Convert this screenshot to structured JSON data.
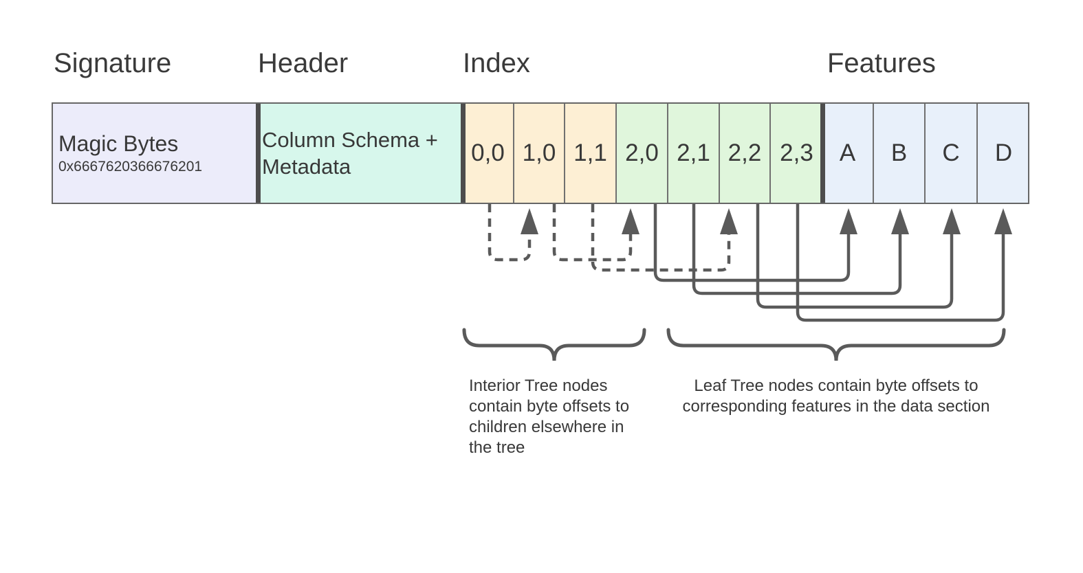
{
  "diagram": {
    "section_labels": {
      "signature": "Signature",
      "header": "Header",
      "index": "Index",
      "features": "Features"
    },
    "signature": {
      "title": "Magic Bytes",
      "hex": "0x6667620366676201"
    },
    "header": {
      "text": "Column Schema + Metadata"
    },
    "index": {
      "interior_cells": [
        "0,0",
        "1,0",
        "1,1"
      ],
      "leaf_cells": [
        "2,0",
        "2,1",
        "2,2",
        "2,3"
      ]
    },
    "features": {
      "cells": [
        "A",
        "B",
        "C",
        "D"
      ]
    },
    "connections": {
      "interior_to_children": [
        {
          "from": "0,0",
          "to": "1,0",
          "style": "dashed"
        },
        {
          "from": "1,0",
          "to": "2,0",
          "style": "dashed"
        },
        {
          "from": "1,1",
          "to": "2,2",
          "style": "dashed"
        }
      ],
      "leaf_to_features": [
        {
          "from": "2,0",
          "to": "A",
          "style": "solid"
        },
        {
          "from": "2,1",
          "to": "B",
          "style": "solid"
        },
        {
          "from": "2,2",
          "to": "C",
          "style": "solid"
        },
        {
          "from": "2,3",
          "to": "D",
          "style": "solid"
        }
      ]
    },
    "annotations": {
      "interior_note_lines": [
        "Interior Tree nodes",
        "contain byte offsets to",
        "children elsewhere in",
        "the tree"
      ],
      "leaf_note_lines": [
        "Leaf Tree nodes contain byte offsets to",
        "corresponding features in the data section"
      ]
    },
    "colors": {
      "signature_fill": "#ECECFA",
      "header_fill": "#D7F7EC",
      "interior_fill": "#FDEFD4",
      "leaf_fill": "#E0F6DC",
      "features_fill": "#E8F0FA",
      "cell_border": "#707070",
      "outer_border": "#666666",
      "section_divider": "#4D4D4D",
      "arrow_stroke": "#5a5a5a",
      "text": "#383838"
    }
  }
}
